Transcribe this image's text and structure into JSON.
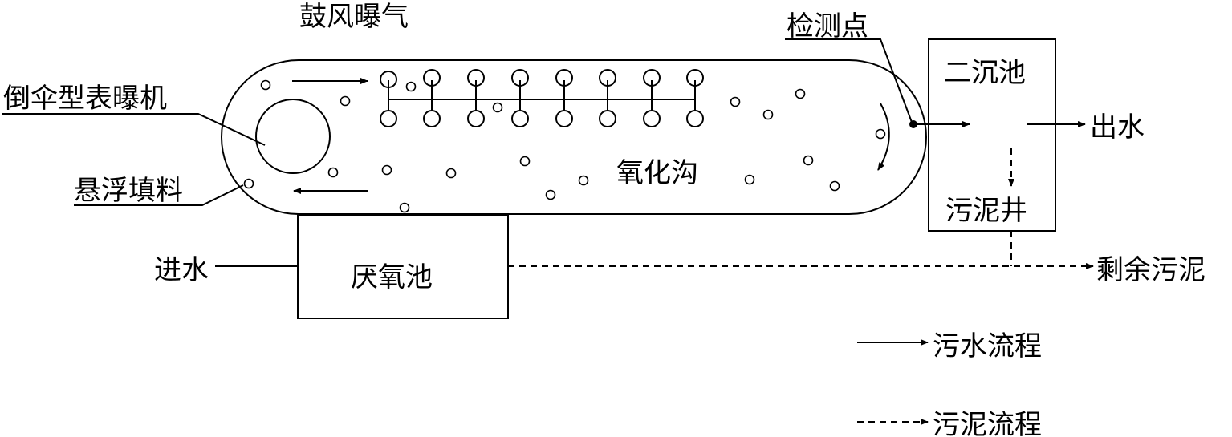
{
  "labels": {
    "blower_aeration": "鼓风曝气",
    "detection_point": "检测点",
    "inverted_umbrella_aerator": "倒伞型表曝机",
    "suspended_filler": "悬浮填料",
    "oxidation_ditch": "氧化沟",
    "secondary_clarifier": "二沉池",
    "effluent": "出水",
    "sludge_well": "污泥井",
    "excess_sludge": "剩余污泥",
    "influent": "进水",
    "anaerobic_tank": "厌氧池"
  },
  "legend": {
    "sewage_flow": "污水流程",
    "sludge_flow": "污泥流程"
  }
}
